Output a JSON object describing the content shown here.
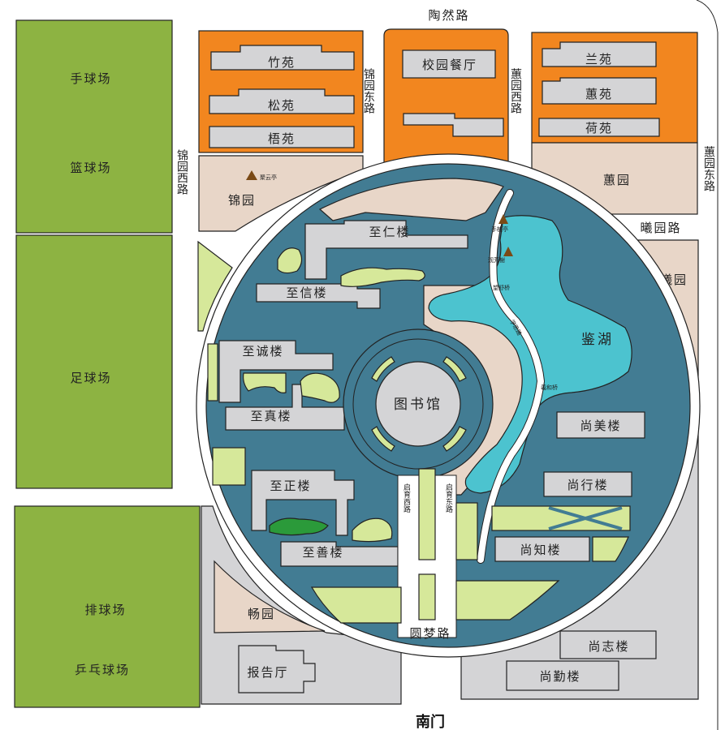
{
  "colors": {
    "sports_green": "#8db342",
    "dorm_orange": "#f2861f",
    "courtyard_beige": "#e8d6c8",
    "building_gray": "#d4d4d6",
    "campus_blue": "#427c93",
    "lake_cyan": "#4cc3cf",
    "lawn_green": "#d6e89a",
    "dark_lawn": "#2b9a3a",
    "road_white": "#ffffff"
  },
  "sports": {
    "handball": "手球场",
    "basketball": "篮球场",
    "football": "足球场",
    "volleyball": "排球场",
    "pingpong": "乒乓球场"
  },
  "roads": {
    "taoran": "陶然路",
    "jinyuan_east": "锦园东路",
    "jinyuan_west": "锦园西路",
    "huiyuan_west": "蕙园西路",
    "huiyuan_east": "蕙园东路",
    "xiyuan": "曦园路",
    "qiyu_west": "启育西路",
    "qiyu_east": "启育东路",
    "yuanmeng": "圆梦路"
  },
  "dorms": {
    "zhu": "竹苑",
    "song": "松苑",
    "wu": "梧苑",
    "canteen": "校园餐厅",
    "lan": "兰苑",
    "hui": "蕙苑",
    "he": "荷苑"
  },
  "gardens": {
    "jin": "锦园",
    "hui": "蕙园",
    "xi": "曦园",
    "chang": "畅园"
  },
  "buildings": {
    "zhiren": "至仁楼",
    "zhixin": "至信楼",
    "zhicheng": "至诚楼",
    "zhizhen": "至真楼",
    "zhizheng": "至正楼",
    "zhishan": "至善楼",
    "library": "图书馆",
    "shangmei": "尚美楼",
    "shangxing": "尚行楼",
    "shangzhi_know": "尚知楼",
    "shangzhi_will": "尚志楼",
    "shangqin": "尚勤楼",
    "baogao": "报告厅"
  },
  "landmarks": {
    "lake": "鉴湖",
    "juyun": "聚云亭",
    "shouzhu": "手植亭",
    "guanfang": "观芳榭",
    "wangshu": "望舒桥",
    "xihe": "羲和桥",
    "path": "学思路"
  },
  "gate": "南门"
}
